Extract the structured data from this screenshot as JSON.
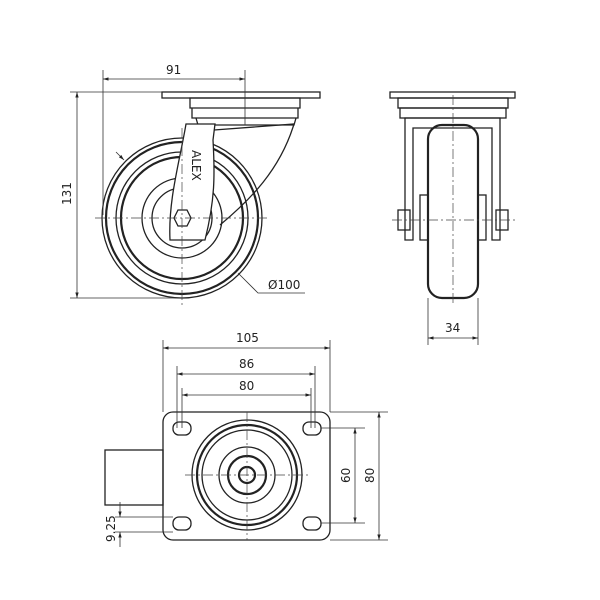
{
  "logo": "ALEX",
  "side_view": {
    "width_dim": "91",
    "height_dim": "131",
    "diameter_dim": "Ø100"
  },
  "front_view": {
    "wheel_width_dim": "34"
  },
  "bottom_view": {
    "plate_length_dim": "105",
    "hole_outer_dim": "86",
    "hole_center_dim": "80",
    "hole_spacing_dim": "60",
    "plate_width_dim": "80",
    "offset_dim": "9.25"
  }
}
